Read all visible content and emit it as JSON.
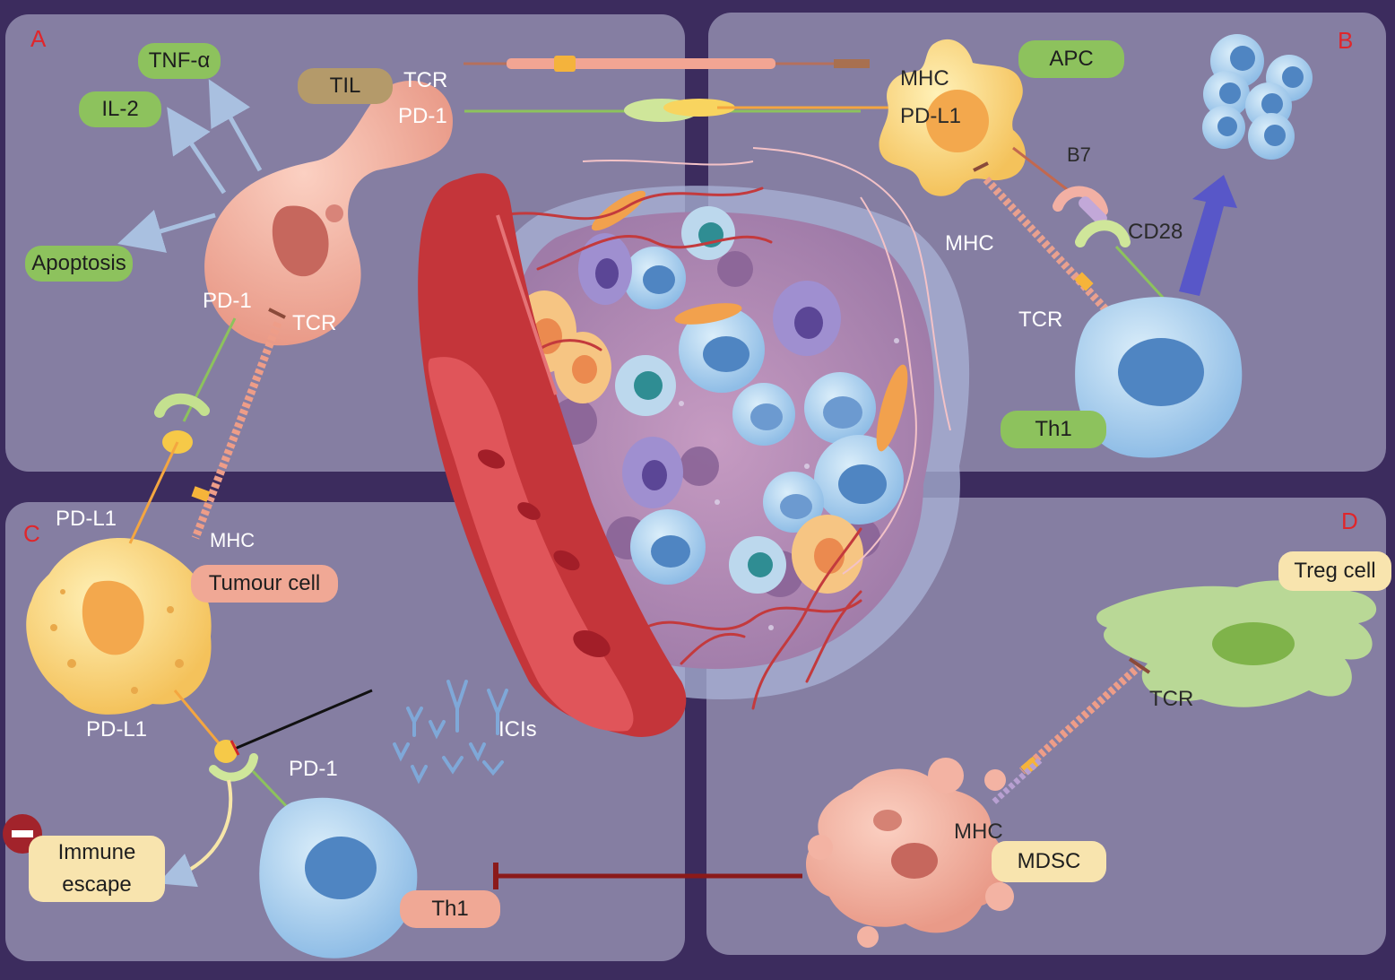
{
  "panels": {
    "a": {
      "letter": "A",
      "tags": {
        "tnf": "TNF-α",
        "il2": "IL-2",
        "apoptosis": "Apoptosis",
        "til": "TIL"
      },
      "labels": {
        "tcr_top": "TCR",
        "pd1_top": "PD-1",
        "pd1_mid": "PD-1",
        "tcr_mid": "TCR"
      }
    },
    "b": {
      "letter": "B",
      "tags": {
        "apc": "APC",
        "th1": "Th1"
      },
      "labels": {
        "mhc_top": "MHC",
        "pdl1": "PD-L1",
        "b7": "B7",
        "mhc": "MHC",
        "cd28": "CD28",
        "tcr": "TCR"
      }
    },
    "c": {
      "letter": "C",
      "tags": {
        "tumour": "Tumour cell",
        "th1": "Th1",
        "escape_line1": "Immune",
        "escape_line2": "escape"
      },
      "labels": {
        "pdl1_top": "PD-L1",
        "mhc": "MHC",
        "pdl1_bottom": "PD-L1",
        "pd1": "PD-1",
        "icis": "ICIs"
      }
    },
    "d": {
      "letter": "D",
      "tags": {
        "treg": "Treg cell",
        "mdsc": "MDSC"
      },
      "labels": {
        "tcr": "TCR",
        "mhc": "MHC"
      }
    }
  },
  "colors": {
    "background": "#3c2c5e",
    "panel": "#857ea2",
    "tag_green": "#8dc25d",
    "tag_pink": "#f0a895",
    "tag_cream": "#f8e4ae",
    "tag_tan": "#b49a6a",
    "letter": "#e0262b",
    "inhibit_bar": "#8b1a1a"
  },
  "icons": [
    "minus-circle-icon",
    "antibody-icon",
    "arrow-icon",
    "inhibition-bar-icon"
  ]
}
